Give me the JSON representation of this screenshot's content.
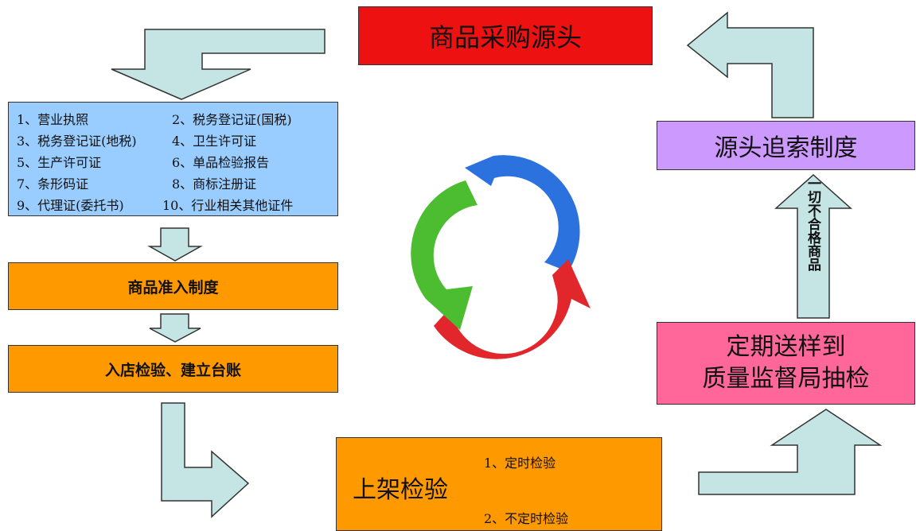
{
  "source_box": {
    "label": "商品采购源头"
  },
  "certificates": {
    "items": [
      "1、营业执照",
      "2、税务登记证(国税)",
      "3、税务登记证(地税)",
      "4、卫生许可证",
      "5、生产许可证",
      "6、单品检验报告",
      "7、条形码证",
      "8、商标注册证",
      "9、代理证(委托书)",
      "10、行业相关其他证件"
    ]
  },
  "admission_box": {
    "label": "商品准入制度"
  },
  "instore_box": {
    "label": "入店检验、建立台账"
  },
  "shelf_box": {
    "title": "上架检验",
    "items": [
      "1、定时检验",
      "2、不定时检验"
    ]
  },
  "inspection_box": {
    "line1": "定期送样到",
    "line2": "质量监督局抽检"
  },
  "trace_box": {
    "label": "源头追索制度"
  },
  "reject_label": "一切不合格商品",
  "colors": {
    "source": "#ee1111",
    "certs": "#99ccff",
    "orange": "#ff9900",
    "trace": "#cc99ff",
    "inspection": "#ff6699",
    "arrow_fill": "#c5e5e5",
    "cycle_blue": "#2b72df",
    "cycle_red": "#e1262c",
    "cycle_green": "#4cbd30"
  }
}
